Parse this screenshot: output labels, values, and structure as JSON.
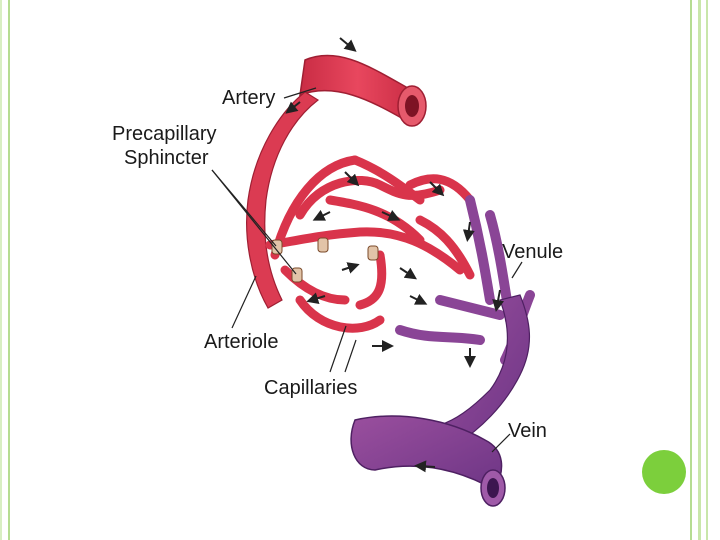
{
  "labels": {
    "artery": "Artery",
    "sphincter_line1": "Precapillary",
    "sphincter_line2": "Sphincter",
    "venule": "Venule",
    "arteriole": "Arteriole",
    "capillaries": "Capillaries",
    "vein": "Vein"
  },
  "colors": {
    "frame_green": "#b6dc92",
    "dot_green": "#7ccf3c",
    "artery_red": "#d9344b",
    "vein_purple": "#7a3f8c"
  },
  "icons": {
    "flow_arrows": "arrow-icon"
  }
}
